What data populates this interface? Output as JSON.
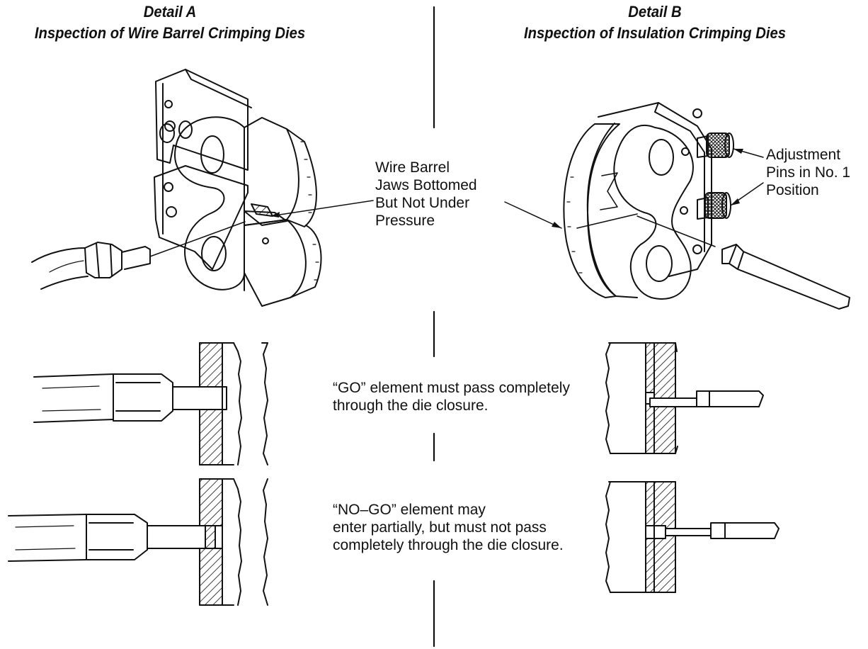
{
  "detail_a": {
    "title": "Detail A",
    "subtitle": "Inspection of Wire Barrel Crimping Dies"
  },
  "detail_b": {
    "title": "Detail B",
    "subtitle": "Inspection of Insulation Crimping Dies"
  },
  "callouts": {
    "wire_barrel": [
      "Wire Barrel",
      "Jaws Bottomed",
      "But Not Under",
      "Pressure"
    ],
    "adjustment_pins": [
      "Adjustment",
      "Pins in No. 1",
      "Position"
    ],
    "go_element": [
      "“GO” element must pass completely",
      "through the die closure."
    ],
    "no_go_element": [
      "“NO–GO” element may",
      "enter partially, but must not pass",
      "completely through the die closure."
    ]
  },
  "icons": {
    "die_a": "wire-barrel-die-icon",
    "die_b": "insulation-die-icon",
    "gage_a": "plug-gage-icon",
    "gage_b": "blade-gage-icon"
  }
}
